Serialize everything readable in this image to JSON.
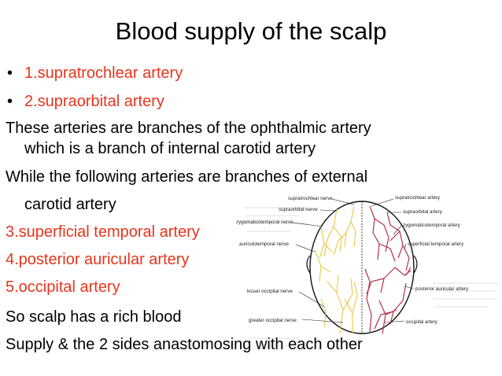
{
  "title": "Blood supply of the scalp",
  "bullets": [
    {
      "marker": "•",
      "text": "1.supratrochlear artery"
    },
    {
      "marker": "•",
      "text": "2.supraorbital artery"
    }
  ],
  "para1": {
    "line1": "These arteries are branches of the ophthalmic artery",
    "line2": "which is a branch of internal carotid artery"
  },
  "para2": {
    "line1": "While the following arteries are branches of external",
    "line2": "carotid artery"
  },
  "numbered": [
    "3.superficial temporal artery",
    "4.posterior auricular artery",
    "5.occipital artery"
  ],
  "closing": {
    "line1": "So scalp has a rich blood",
    "line2": "Supply & the 2 sides anastomosing with each other"
  },
  "figure": {
    "left_labels": {
      "supratrochlear_nerve": "supratrochlear nerve",
      "supraorbital_nerve": "supraorbital nerve",
      "zygomaticotemporal_nerve": "zygomaticotemporal nerve",
      "auriculotemporal_nerve": "auriculotemporal nerve",
      "lesser_occipital_nerve": "lesser occipital nerve",
      "greater_occipital_nerve": "greater occipital nerve"
    },
    "right_labels": {
      "supratrochlear_artery": "supratrochlear artery",
      "supraorbital_artery": "supraorbital artery",
      "zygomaticotemporal_artery": "zygomaticotemporal artery",
      "superficial_temporal_artery": "superficial temporal artery",
      "posterior_auricular_artery": "posterior auricular artery",
      "occipital_artery": "occipital artery"
    },
    "nerve_color": "#e8c232",
    "artery_color": "#b5304a",
    "outline_color": "#111111"
  }
}
